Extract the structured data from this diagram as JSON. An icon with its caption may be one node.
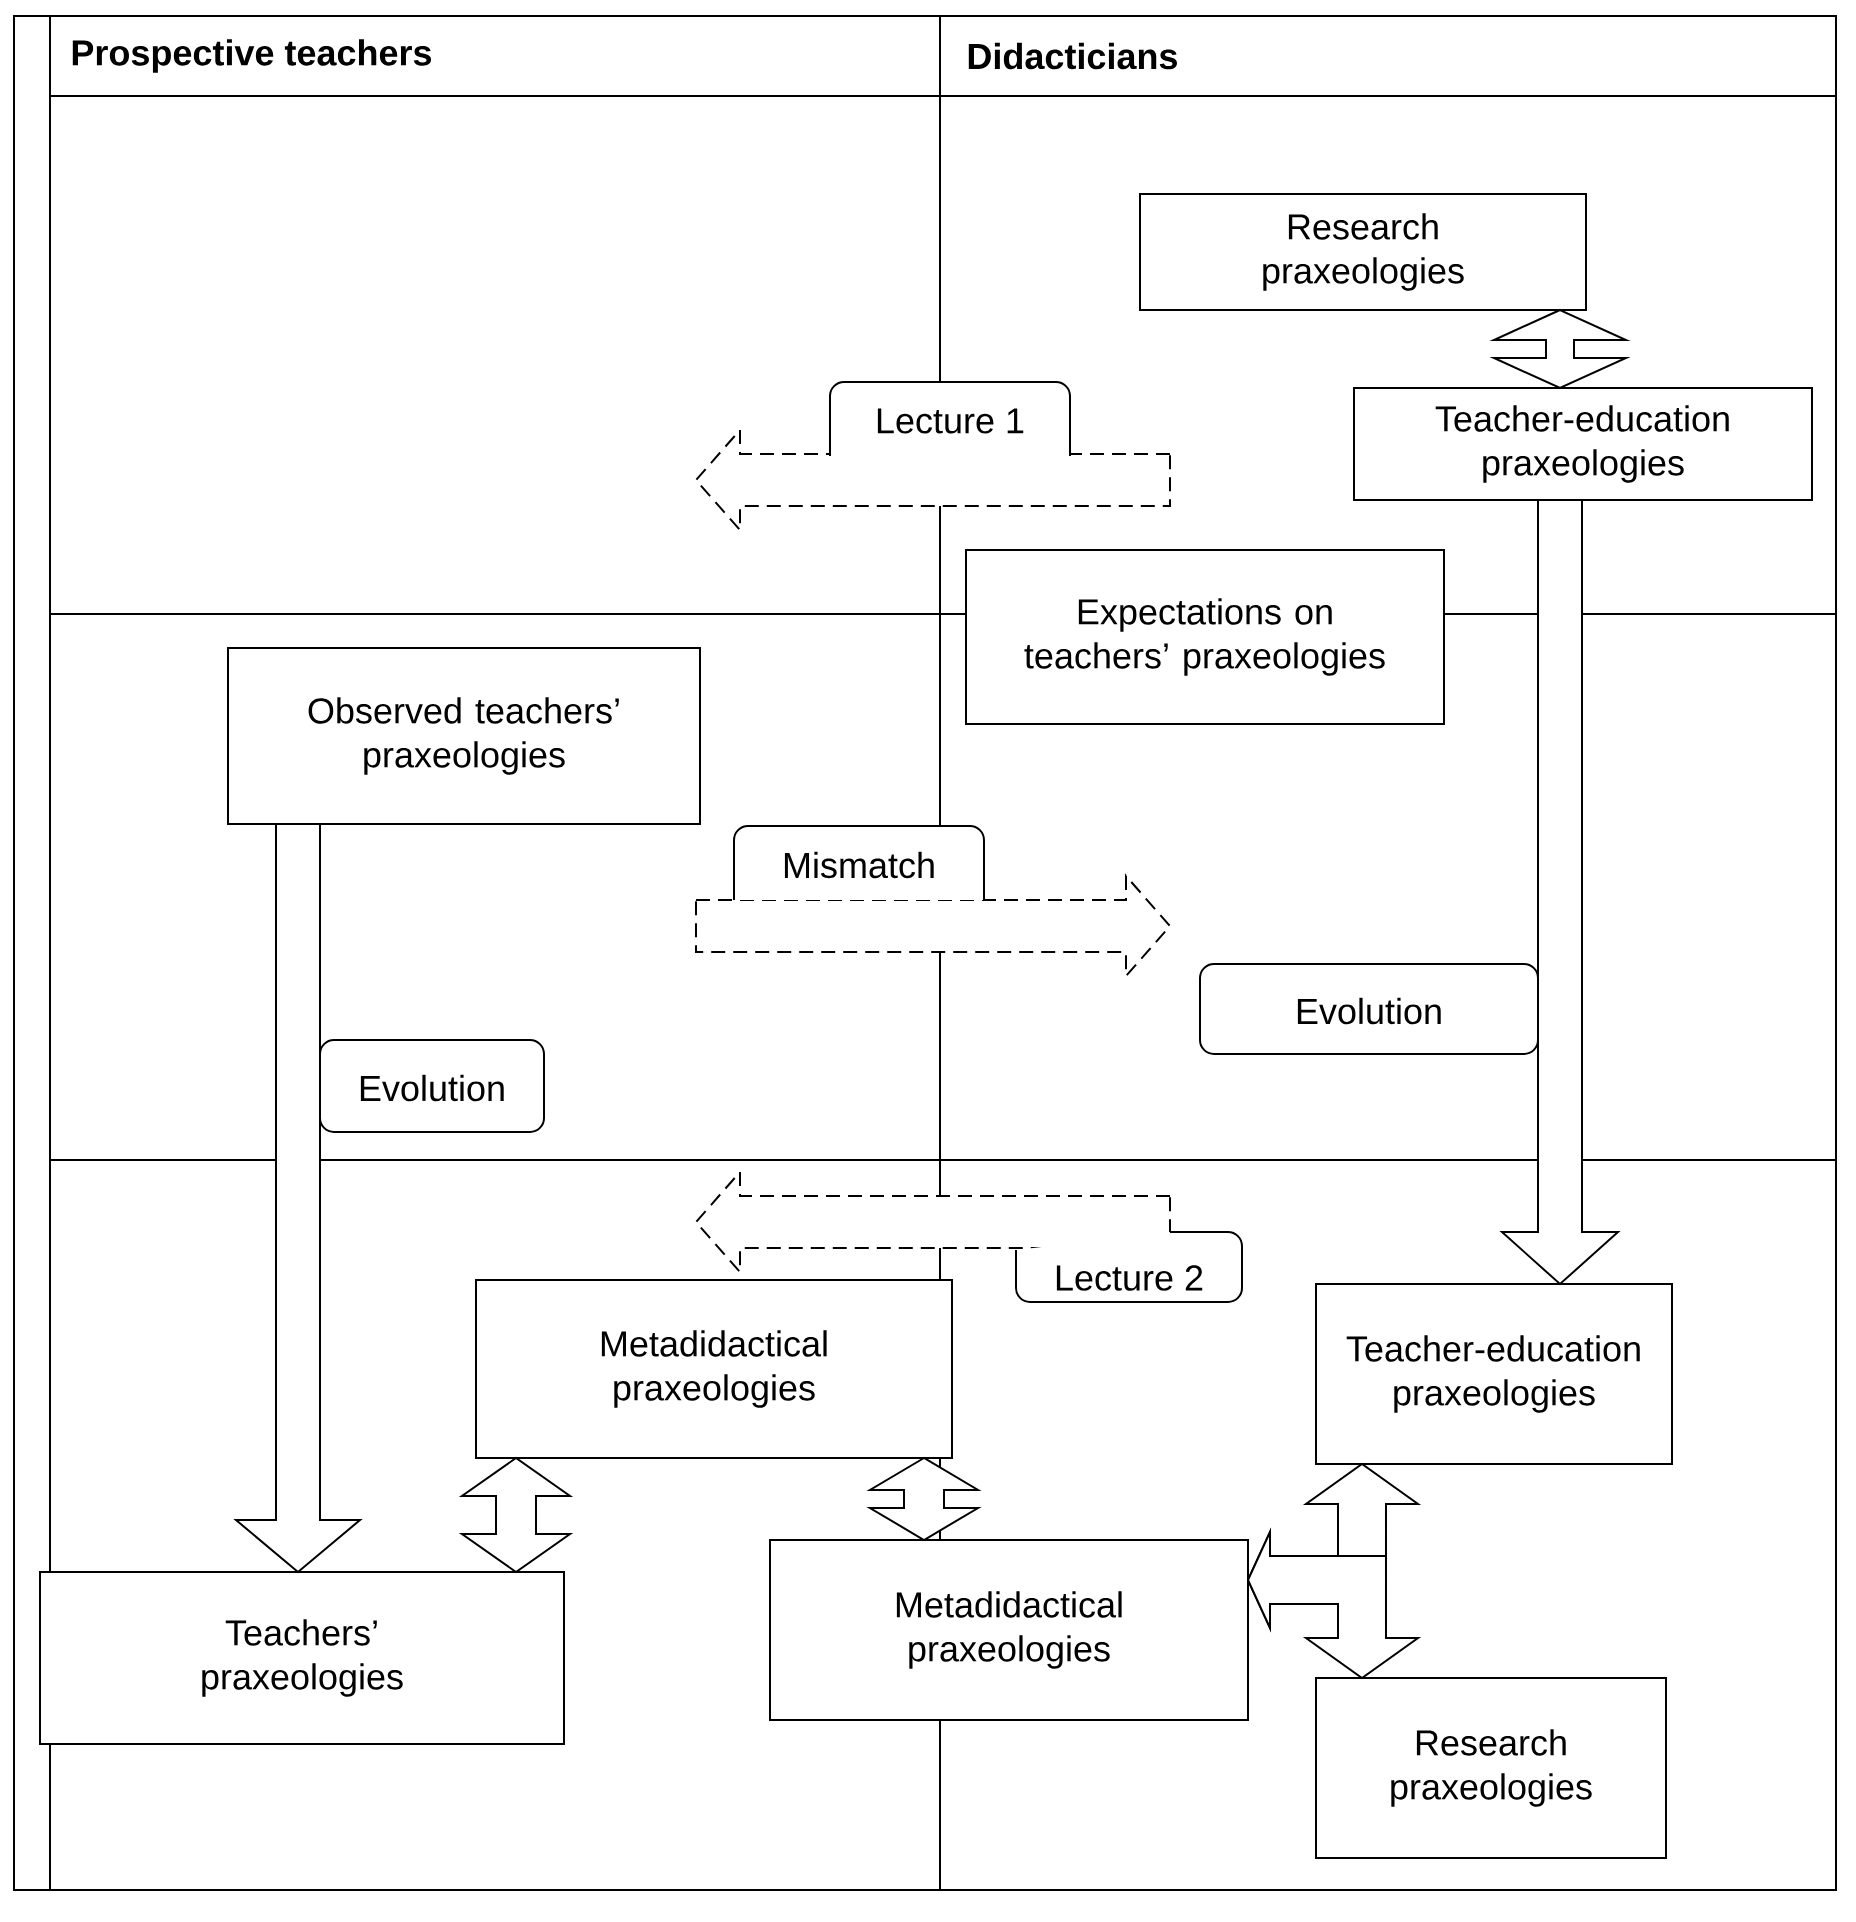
{
  "diagram": {
    "nodes": [
      {
        "text": [
          "Research praxeologies"
        ]
      },
      {
        "text": [
          "Teacher-education praxeologies"
        ]
      },
      {
        "text": [
          "Expectations on teachers’ praxeologies"
        ]
      },
      {
        "text": [
          "Observed teachers’ praxeologies"
        ]
      },
      {
        "text": [
          "Metadidactical praxeologies"
        ]
      },
      {
        "text": [
          "Teacher-education praxeologies"
        ]
      },
      {
        "text": [
          "Teachers’ praxeologies"
        ]
      },
      {
        "text": [
          "Metadidactical praxeologies"
        ]
      },
      {
        "text": [
          "Research praxeologies"
        ]
      }
    ],
    "edges": [
      {
        "from": 0,
        "to": 1,
        "arrow": "both"
      },
      {
        "from": 1,
        "to": 5,
        "arrow": "to",
        "label": "Evolution"
      },
      {
        "from": 3,
        "to": 6,
        "arrow": "to",
        "label": "Evolution"
      },
      {
        "from": 4,
        "to": 6,
        "arrow": "both"
      },
      {
        "from": 4,
        "to": 7,
        "arrow": "both"
      },
      {
        "from": 7,
        "to": 5,
        "arrow": "both"
      },
      {
        "from": 7,
        "to": 8,
        "arrow": "both"
      }
    ],
    "labels": [
      "Prospective teachers",
      "Didacticians",
      "Lecture 1",
      "Mismatch",
      "Lecture 2"
    ]
  }
}
